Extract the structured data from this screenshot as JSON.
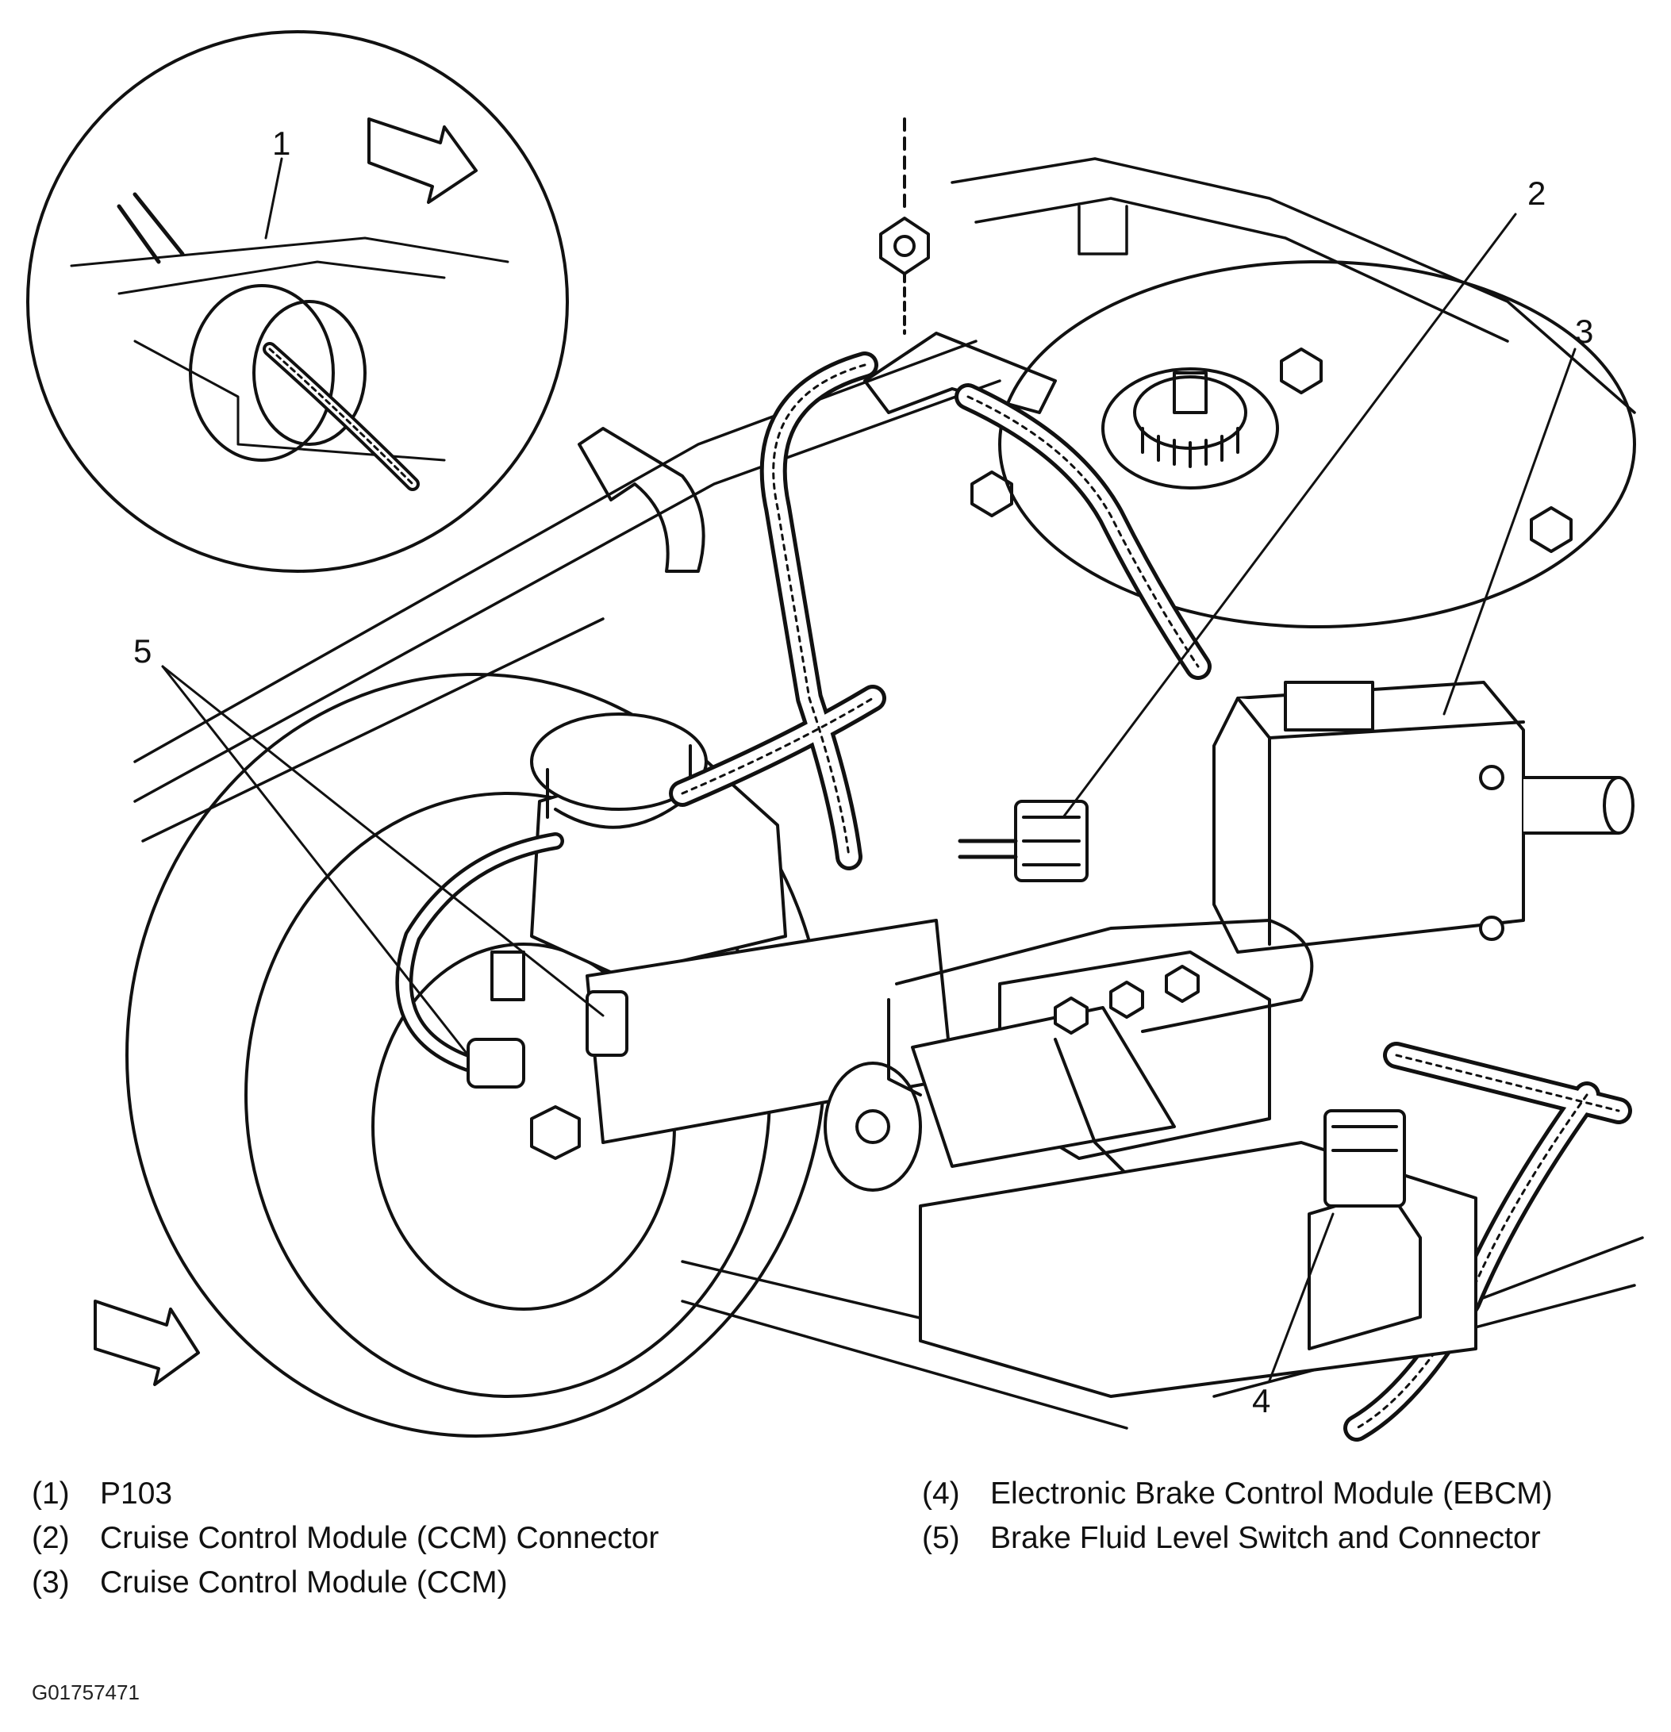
{
  "figure": {
    "callouts": [
      "1",
      "2",
      "3",
      "4",
      "5"
    ]
  },
  "legend": {
    "left": [
      {
        "num": "(1)",
        "text": "P103"
      },
      {
        "num": "(2)",
        "text": "Cruise Control Module (CCM) Connector"
      },
      {
        "num": "(3)",
        "text": "Cruise Control Module (CCM)"
      }
    ],
    "right": [
      {
        "num": "(4)",
        "text": "Electronic Brake Control Module (EBCM)"
      },
      {
        "num": "(5)",
        "text": "Brake Fluid Level Switch and Connector"
      }
    ]
  },
  "figure_id": "G01757471"
}
